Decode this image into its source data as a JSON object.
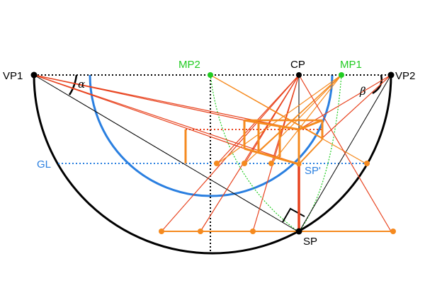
{
  "labels": {
    "vp1": "VP1",
    "vp2": "VP2",
    "cp": "CP",
    "mp1": "MP1",
    "mp2": "MP2",
    "gl": "GL",
    "sp": "SP",
    "sp_prime": "SP'",
    "alpha": "α",
    "beta": "β"
  },
  "colors": {
    "black": "#000000",
    "orange": "#f58a1f",
    "red": "#e8431f",
    "blue": "#2a7fe0",
    "green": "#22cc22"
  }
}
